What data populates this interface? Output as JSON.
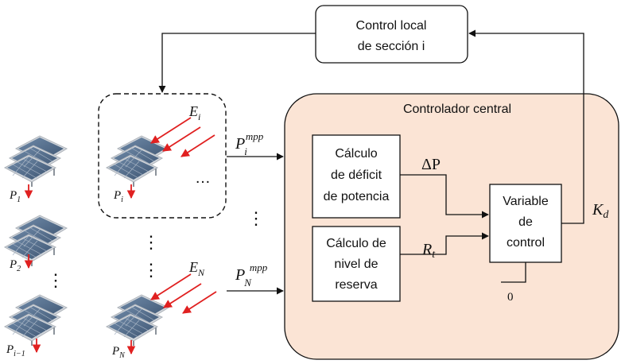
{
  "local_control": {
    "line1": "Control local",
    "line2": "de sección i"
  },
  "central_controller": {
    "title": "Controlador central"
  },
  "deficit_block": {
    "line1": "Cálculo",
    "line2": "de déficit",
    "line3": "de potencia"
  },
  "reserve_block": {
    "line1": "Cálculo de",
    "line2": "nivel de",
    "line3": "reserva"
  },
  "variable_block": {
    "line1": "Variable",
    "line2": "de",
    "line3": "control"
  },
  "signals": {
    "delta_p": "ΔP",
    "r": "R",
    "r_sub": "t",
    "k": "K",
    "k_sub": "d",
    "zero": "0",
    "pi_mpp": "P",
    "pi_mpp_sub": "i",
    "pi_mpp_sup": "mpp",
    "pn_mpp": "P",
    "pn_mpp_sub": "N",
    "pn_mpp_sup": "mpp"
  },
  "panels": {
    "ei": "E",
    "ei_sub": "i",
    "en": "E",
    "en_sub": "N",
    "p1": "P",
    "p1_sub": "1",
    "p2": "P",
    "p2_sub": "2",
    "pim1": "P",
    "pim1_sub": "i−1",
    "pi": "P",
    "pi_sub": "i",
    "pn": "P",
    "pn_sub": "N"
  },
  "ellipsis": {
    "h": "…",
    "v": "⋮"
  },
  "colors": {
    "controller_fill": "#fbe4d5",
    "arrow_red": "#e02020",
    "panel_frame": "#c8ccd2",
    "panel_cell": "#55708f",
    "line": "#111111"
  }
}
